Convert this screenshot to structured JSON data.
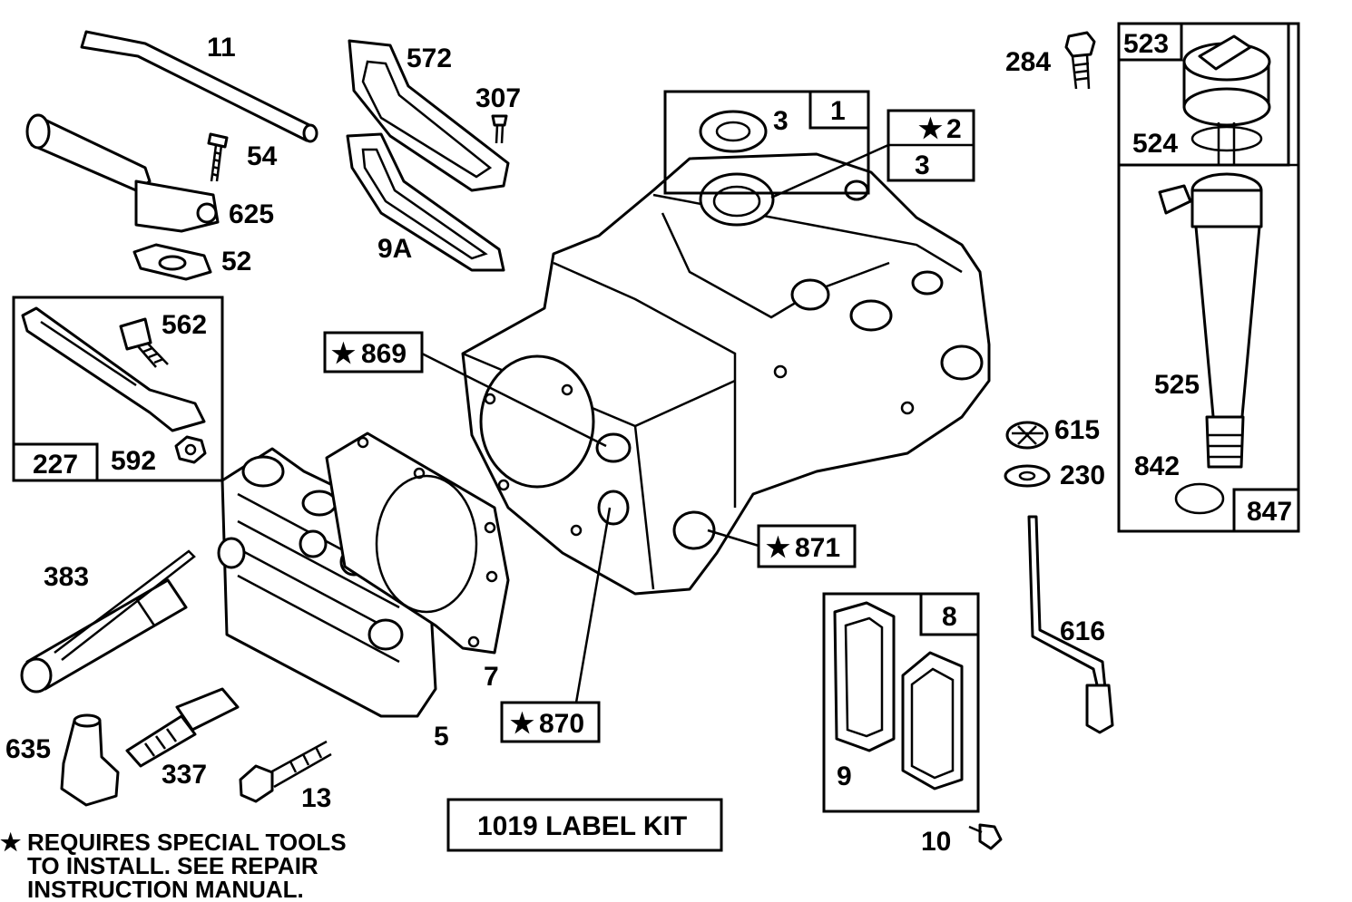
{
  "labels": {
    "l11": "11",
    "l54": "54",
    "l625": "625",
    "l52": "52",
    "l572": "572",
    "l307": "307",
    "l9a": "9A",
    "l562": "562",
    "l227": "227",
    "l592": "592",
    "l383": "383",
    "l635": "635",
    "l337": "337",
    "l13": "13",
    "l5": "5",
    "l7": "7",
    "l869": "869",
    "l870": "870",
    "l871": "871",
    "l1": "1",
    "l3a": "3",
    "l2": "2",
    "l3b": "3",
    "l284": "284",
    "l523": "523",
    "l524": "524",
    "l525": "525",
    "l842": "842",
    "l847": "847",
    "l615": "615",
    "l230": "230",
    "l616": "616",
    "l8": "8",
    "l9": "9",
    "l10": "10",
    "label_kit": "1019 LABEL KIT"
  },
  "footnote": {
    "line1": "REQUIRES SPECIAL TOOLS",
    "line2": "TO INSTALL.  SEE REPAIR",
    "line3": "INSTRUCTION MANUAL."
  },
  "symbols": {
    "star": "★"
  },
  "colors": {
    "ink": "#000000",
    "paper": "#ffffff"
  }
}
